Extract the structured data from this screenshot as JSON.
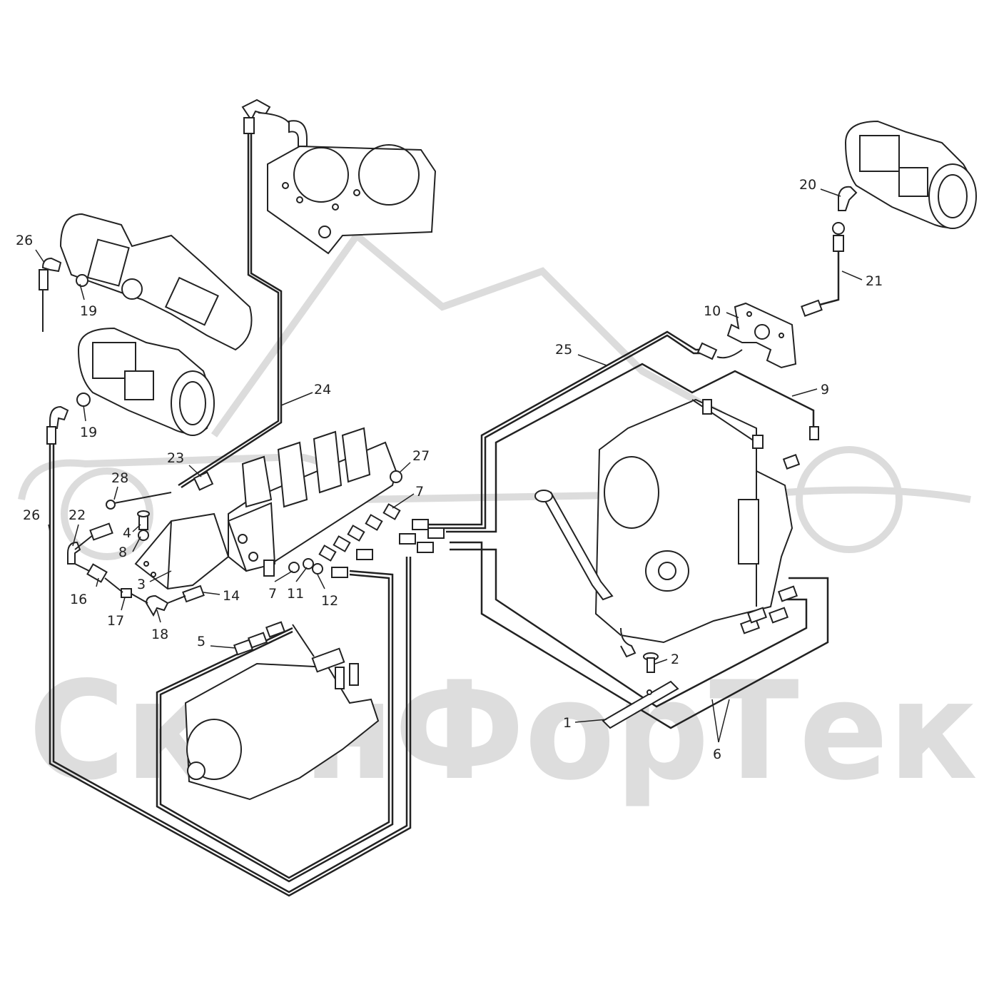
{
  "watermark": {
    "brand_text": "СканФорТек",
    "color": "#d9d9d9"
  },
  "line_color": "#222222",
  "callouts": {
    "c26a": "26",
    "c19a": "19",
    "c19b": "19",
    "c24": "24",
    "c23": "23",
    "c28": "28",
    "c27": "27",
    "c7a": "7",
    "c26b": "26",
    "c22": "22",
    "c4": "4",
    "c8": "8",
    "c3": "3",
    "c16": "16",
    "c17": "17",
    "c18": "18",
    "c14": "14",
    "c7b": "7",
    "c11": "11",
    "c12": "12",
    "c5": "5",
    "c20": "20",
    "c21": "21",
    "c10": "10",
    "c25": "25",
    "c9": "9",
    "c2": "2",
    "c1": "1",
    "c6": "6"
  }
}
